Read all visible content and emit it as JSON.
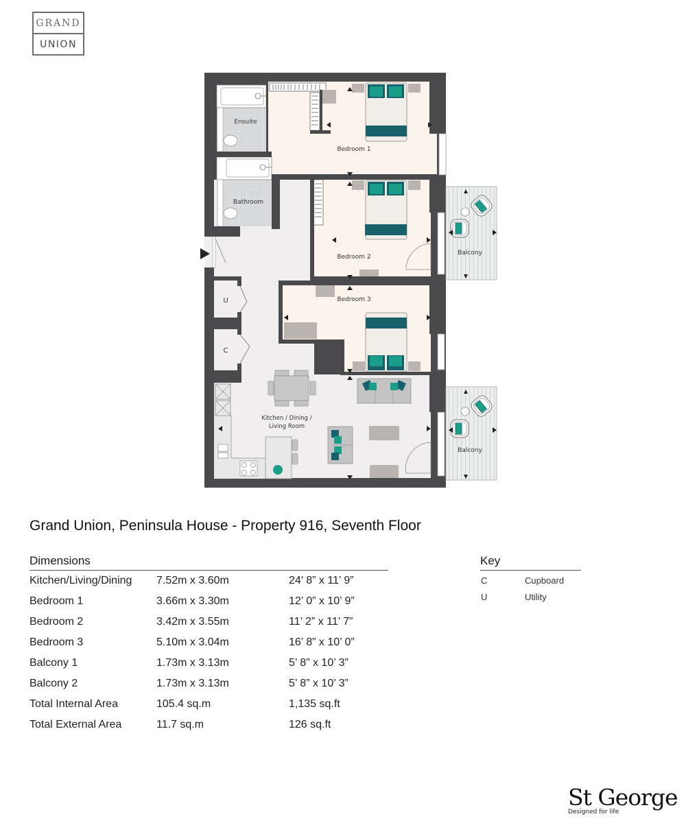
{
  "logo": {
    "line1": "GRAND",
    "line2": "UNION"
  },
  "floorplan": {
    "rooms": {
      "ensuite": "Ensuite",
      "bedroom1": "Bedroom 1",
      "bathroom": "Bathroom",
      "bedroom2": "Bedroom 2",
      "bedroom3": "Bedroom 3",
      "balcony1": "Balcony",
      "balcony2": "Balcony",
      "utility": "U",
      "cupboard": "C",
      "kitchen_line1": "Kitchen / Dining /",
      "kitchen_line2": "Living Room"
    },
    "colors": {
      "wall": "#4a4a4c",
      "bedroom_floor": "#fbf3ec",
      "living_floor": "#f0eeee",
      "wet_floor": "#d6d7d8",
      "balcony_floor": "#e6e7e8",
      "accent_teal": "#1a9e8a",
      "accent_dark_teal": "#17616a",
      "furniture_grey": "#bbb3b0",
      "sofa_grey": "#c4c4c4"
    }
  },
  "title": "Grand Union, Peninsula House - Property 916, Seventh Floor",
  "dimensions": {
    "header": "Dimensions",
    "rows": [
      {
        "room": "Kitchen/Living/Dining",
        "metric": "7.52m x 3.60m",
        "imperial": "24’ 8” x 11’ 9”"
      },
      {
        "room": "Bedroom 1",
        "metric": "3.66m x 3.30m",
        "imperial": "12’ 0” x 10’ 9”"
      },
      {
        "room": "Bedroom 2",
        "metric": "3.42m x 3.55m",
        "imperial": "11’ 2” x 11’ 7”"
      },
      {
        "room": "Bedroom 3",
        "metric": "5.10m x 3.04m",
        "imperial": "16’ 8” x 10’ 0”"
      },
      {
        "room": "Balcony 1",
        "metric": "1.73m x 3.13m",
        "imperial": "5’ 8” x 10’ 3”"
      },
      {
        "room": "Balcony 2",
        "metric": "1.73m x 3.13m",
        "imperial": "5’ 8” x 10’ 3”"
      },
      {
        "room": "Total Internal Area",
        "metric": "105.4 sq.m",
        "imperial": "1,135 sq.ft"
      },
      {
        "room": "Total External Area",
        "metric": "11.7 sq.m",
        "imperial": "126 sq.ft"
      }
    ]
  },
  "key": {
    "header": "Key",
    "items": [
      {
        "code": "C",
        "label": "Cupboard"
      },
      {
        "code": "U",
        "label": "Utility"
      }
    ]
  },
  "brand": {
    "name": "St George",
    "tagline": "Designed for life"
  }
}
